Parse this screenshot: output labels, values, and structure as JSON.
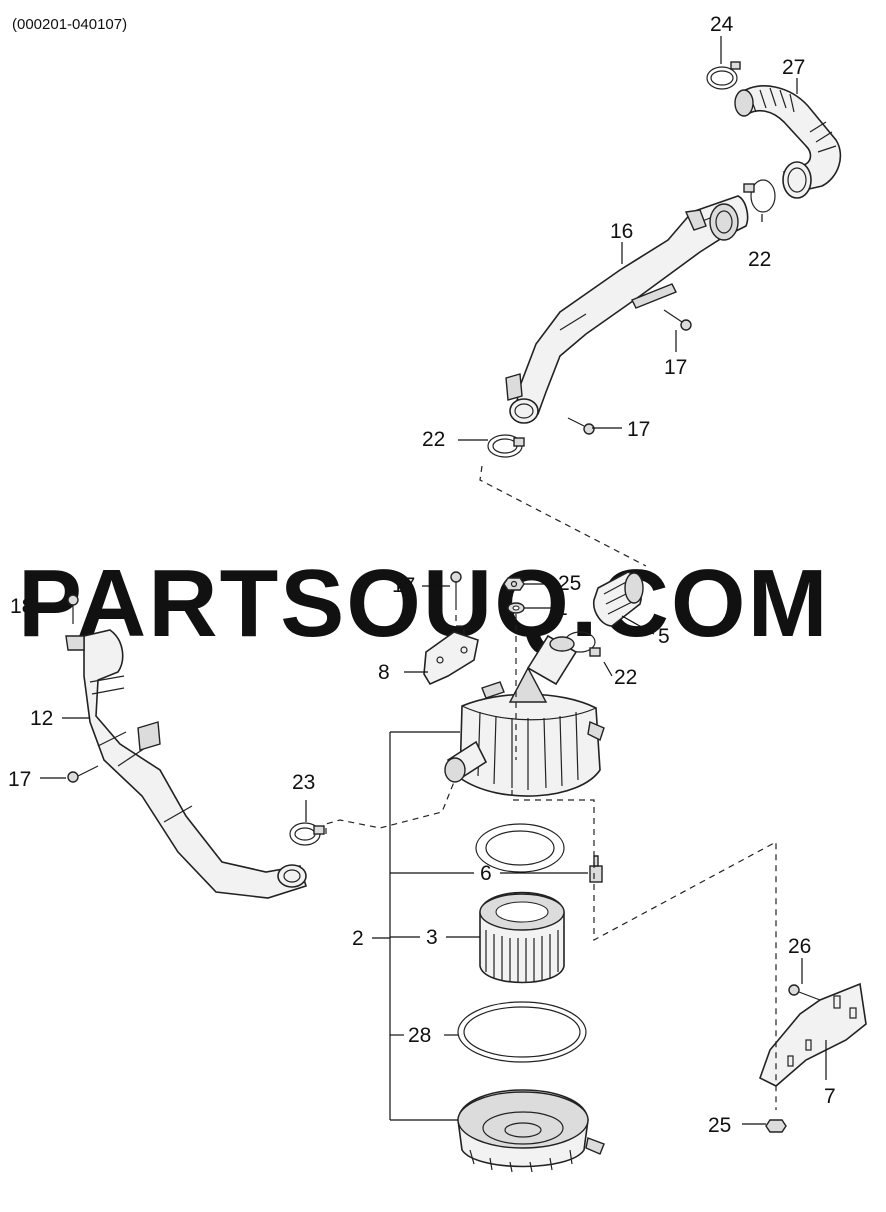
{
  "diagram_code": "(000201-040107)",
  "watermark": "PARTSOUQ.COM",
  "callouts": {
    "c24": "24",
    "c27": "27",
    "c16": "16",
    "c22a": "22",
    "c17a": "17",
    "c17b": "17",
    "c22b": "22",
    "c17c": "17",
    "c25a": "25",
    "c18": "18",
    "c1": "1",
    "c5": "5",
    "c8": "8",
    "c22c": "22",
    "c12": "12",
    "c17d": "17",
    "c23": "23",
    "c6": "6",
    "c2": "2",
    "c3": "3",
    "c26": "26",
    "c28": "28",
    "c7": "7",
    "c25b": "25"
  }
}
